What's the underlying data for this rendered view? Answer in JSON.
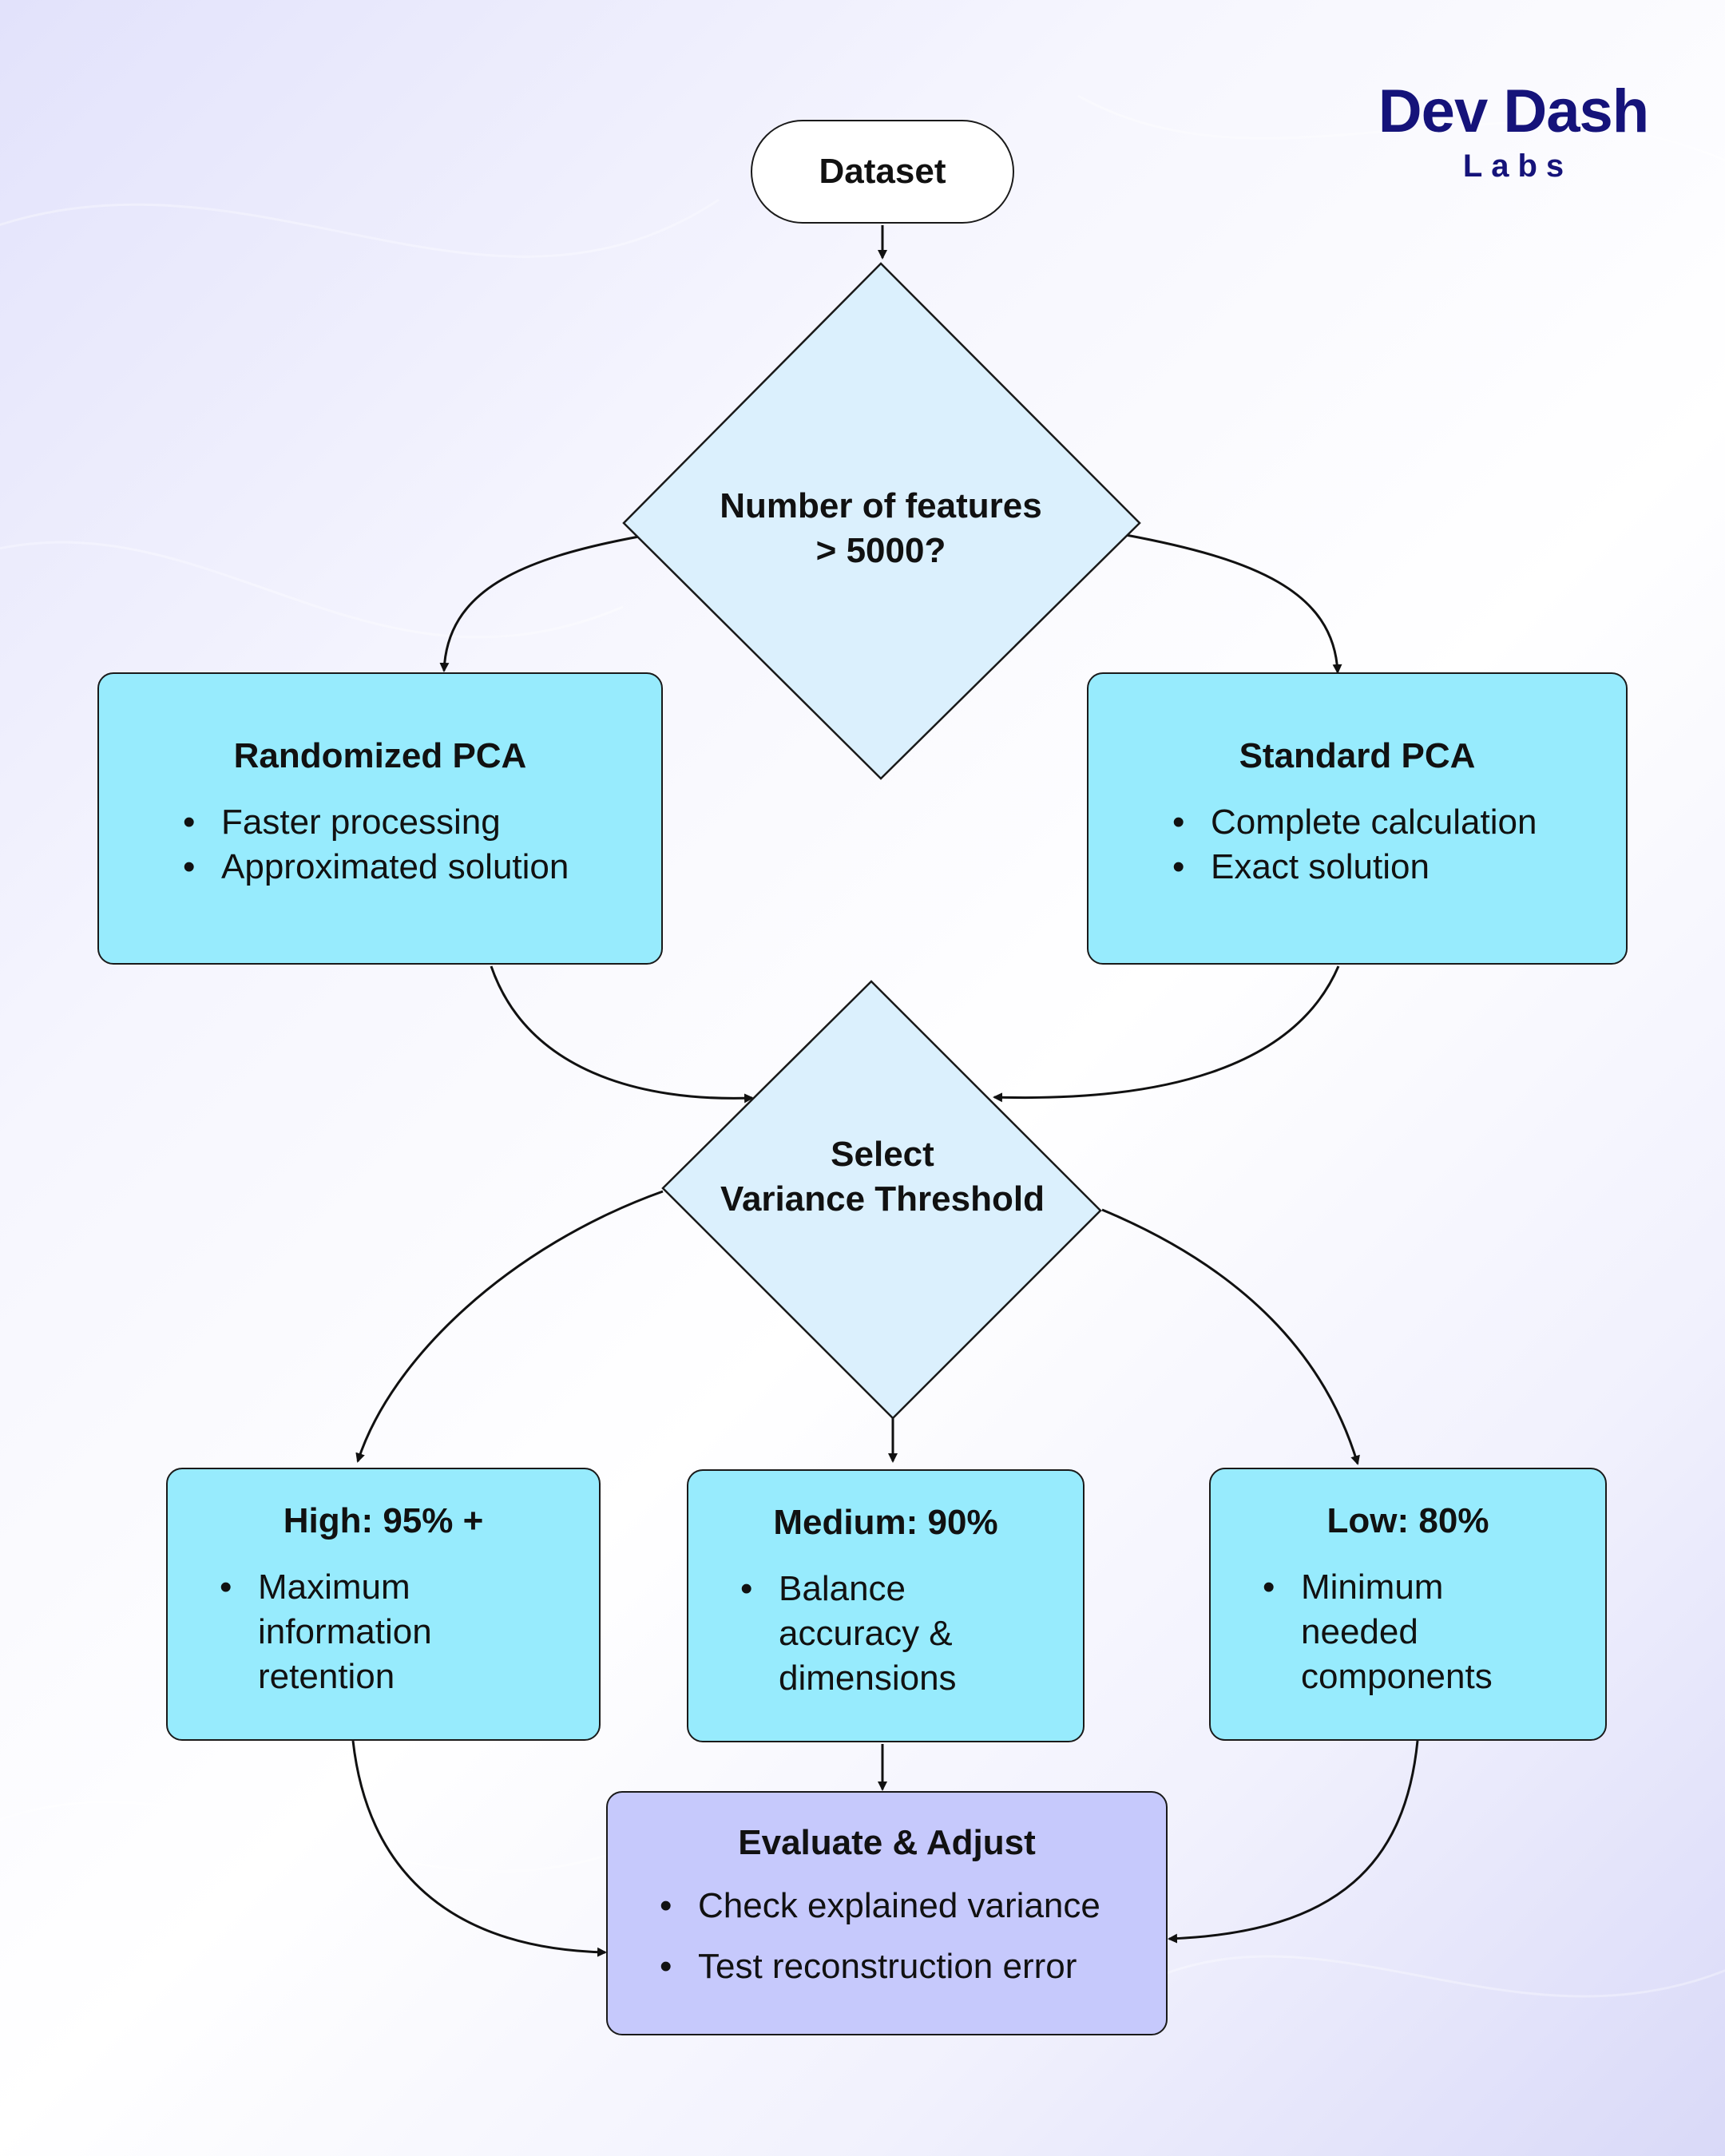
{
  "brand": {
    "name": "Dev Dash",
    "sub": "Labs"
  },
  "colors": {
    "process_box": "#97ebfd",
    "decision": "#dbf0fd",
    "final_box": "#c6c9fc",
    "brand": "#15137a",
    "stroke": "#1a1a1a"
  },
  "flow": {
    "start": "Dataset",
    "decision_1": {
      "line1": "Number of features",
      "line2": "> 5000?"
    },
    "randomized": {
      "title": "Randomized PCA",
      "bullets": [
        "Faster processing",
        "Approximated solution"
      ]
    },
    "standard": {
      "title": "Standard PCA",
      "bullets": [
        "Complete calculation",
        "Exact solution"
      ]
    },
    "decision_2": {
      "line1": "Select",
      "line2": "Variance Threshold"
    },
    "high": {
      "title": "High: 95% +",
      "bullets": [
        "Maximum information retention"
      ]
    },
    "medium": {
      "title": "Medium: 90%",
      "bullets": [
        "Balance accuracy & dimensions"
      ]
    },
    "low": {
      "title": "Low: 80%",
      "bullets": [
        "Minimum needed components"
      ]
    },
    "evaluate": {
      "title": "Evaluate & Adjust",
      "bullets": [
        "Check explained variance",
        "Test reconstruction error"
      ]
    }
  }
}
